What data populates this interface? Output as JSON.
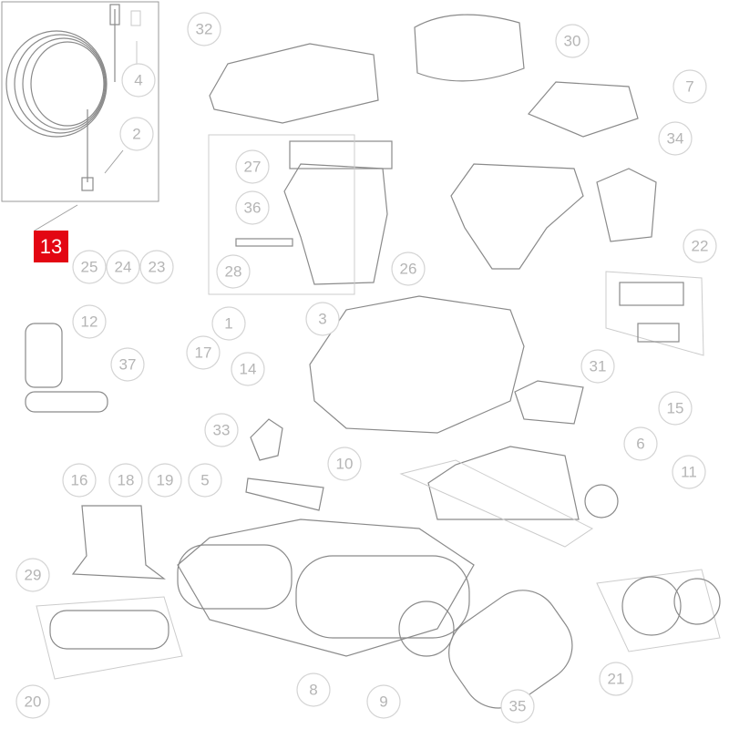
{
  "diagram": {
    "highlighted_part": {
      "label": "13",
      "color": "#e30613"
    },
    "callouts": [
      "32",
      "30",
      "4",
      "7",
      "2",
      "34",
      "27",
      "36",
      "22",
      "25",
      "24",
      "23",
      "26",
      "28",
      "12",
      "1",
      "3",
      "37",
      "17",
      "31",
      "14",
      "15",
      "6",
      "33",
      "10",
      "11",
      "16",
      "18",
      "19",
      "5",
      "29",
      "20",
      "8",
      "9",
      "21",
      "35"
    ]
  }
}
